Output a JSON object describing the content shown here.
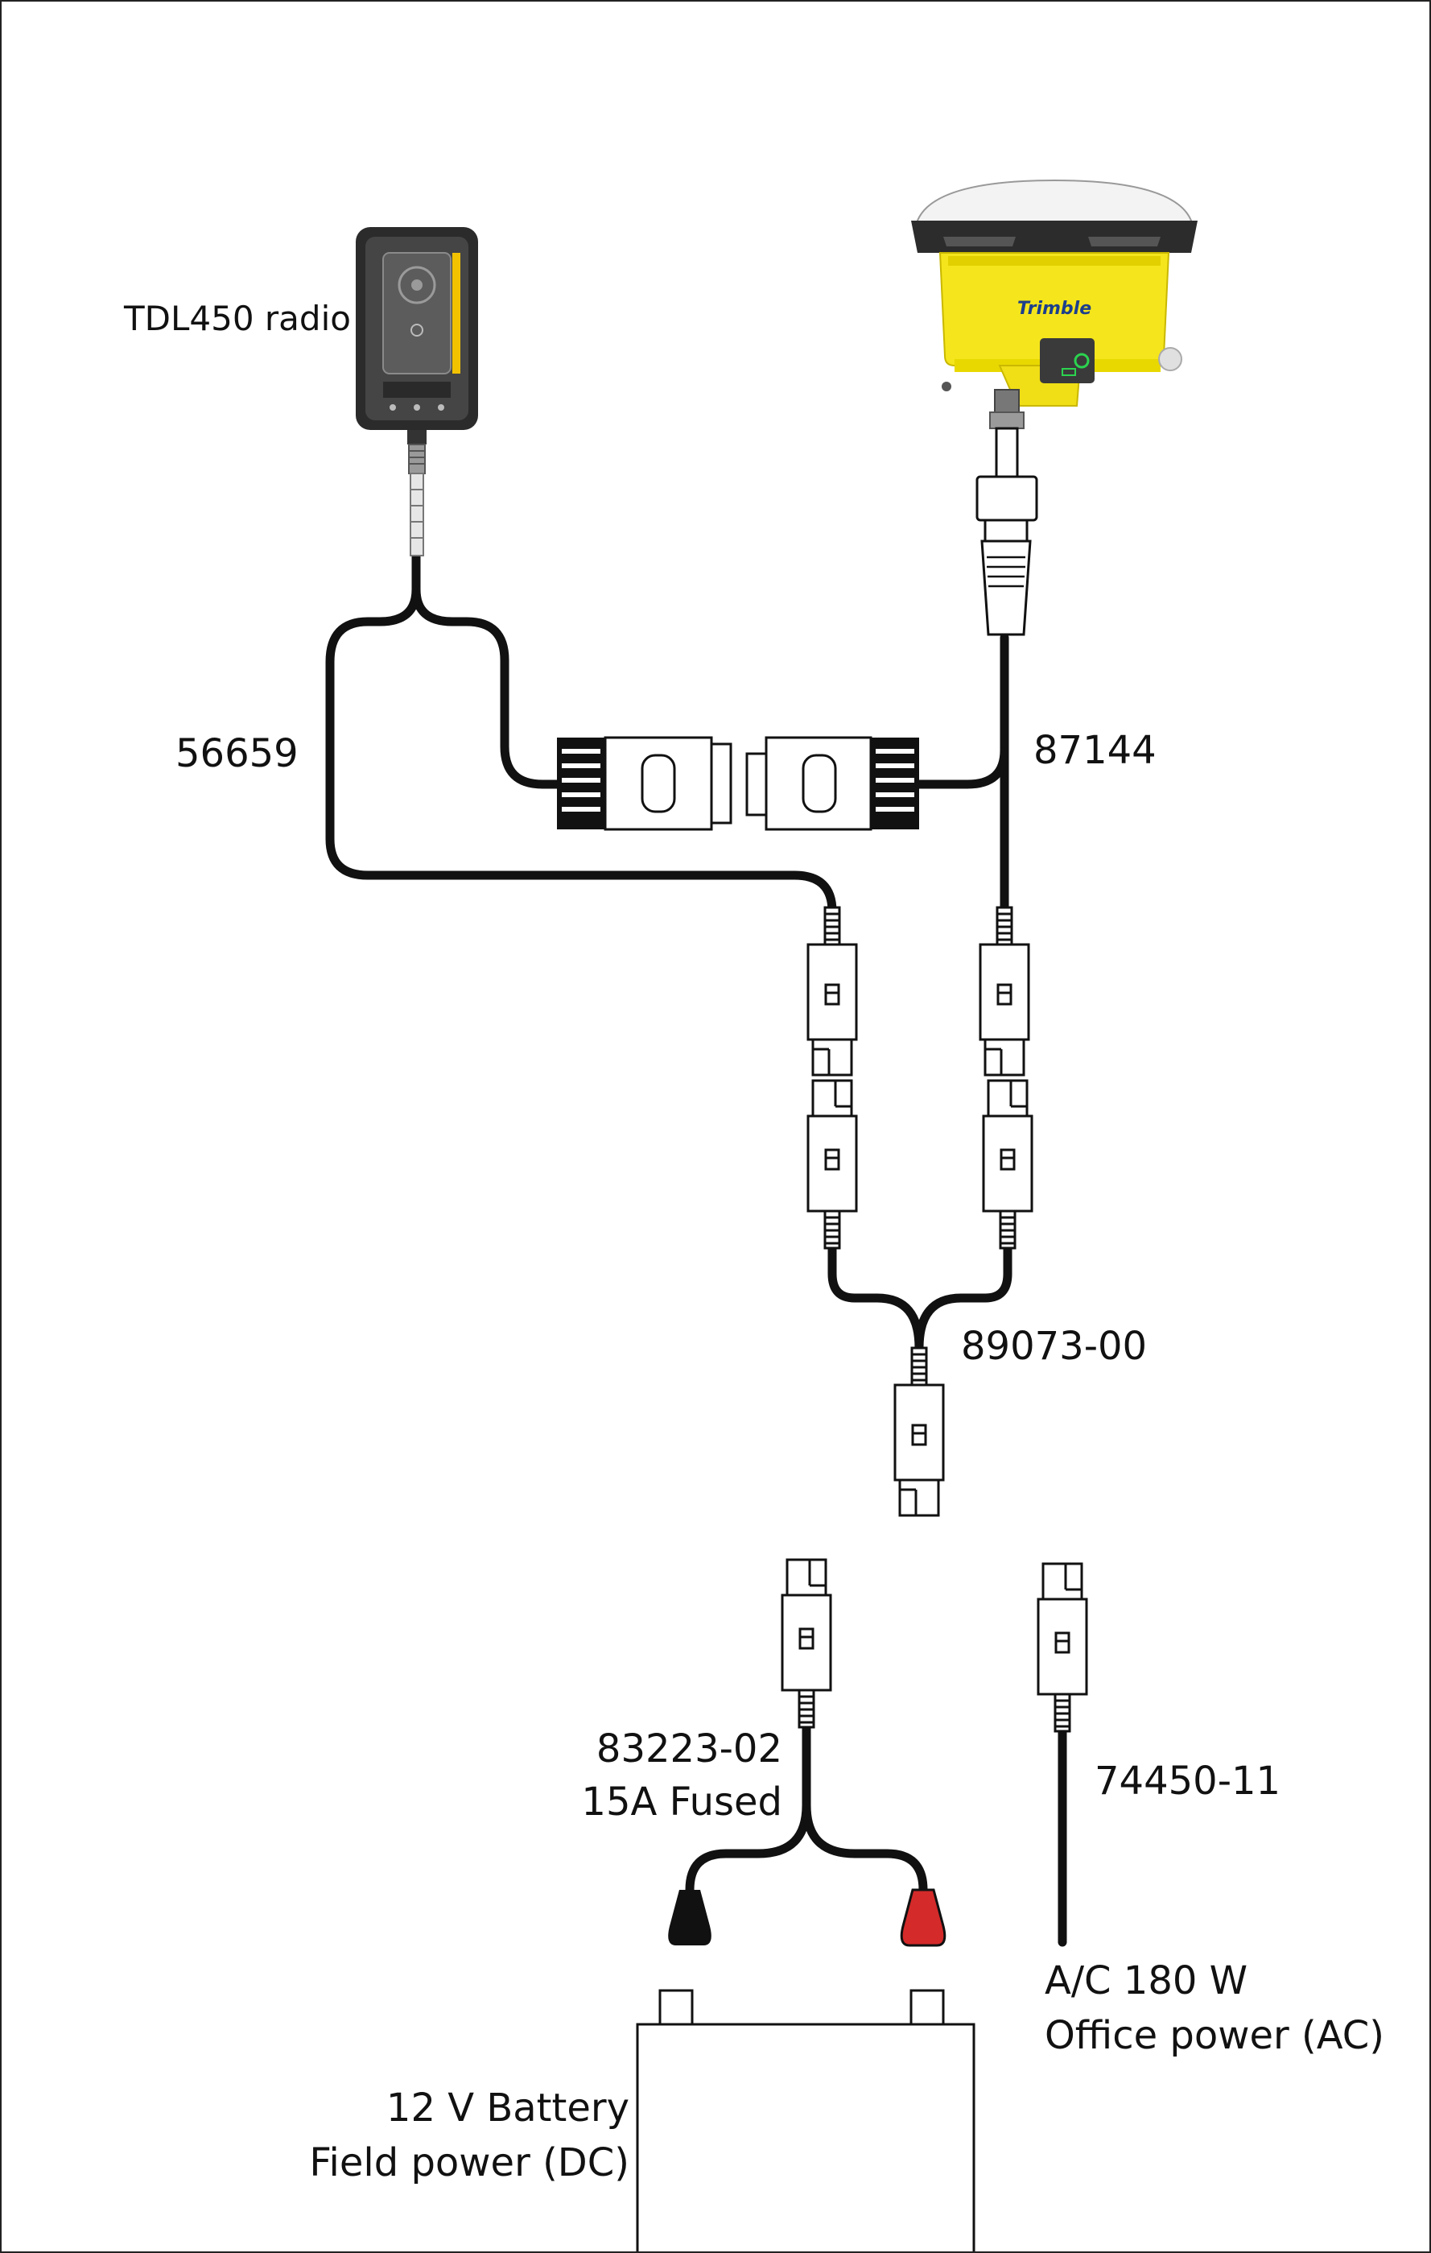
{
  "labels": {
    "radio": "TDL450 radio",
    "cable_radio": "56659",
    "cable_receiver": "87144",
    "y_cable": "89073-00",
    "fused_cable": "83223-02",
    "fused_rating": "15A Fused",
    "ac_cable": "74450-11",
    "ac_power_line1": "A/C 180 W",
    "ac_power_line2": "Office power (AC)",
    "battery_line1": "12 V Battery",
    "battery_line2": "Field power (DC)"
  },
  "receiver": {
    "brand": "Trimble"
  },
  "colors": {
    "receiver_body": "#f5e51c",
    "radio_accent": "#f2c200",
    "battery_positive": "#d42a2a",
    "battery_negative": "#111111",
    "cable": "#111111"
  },
  "icons": [
    "tdl450-radio-image",
    "gnss-receiver-image",
    "db9-connector-icon",
    "power-connector-icon",
    "battery-clamp-icon",
    "battery-icon"
  ]
}
